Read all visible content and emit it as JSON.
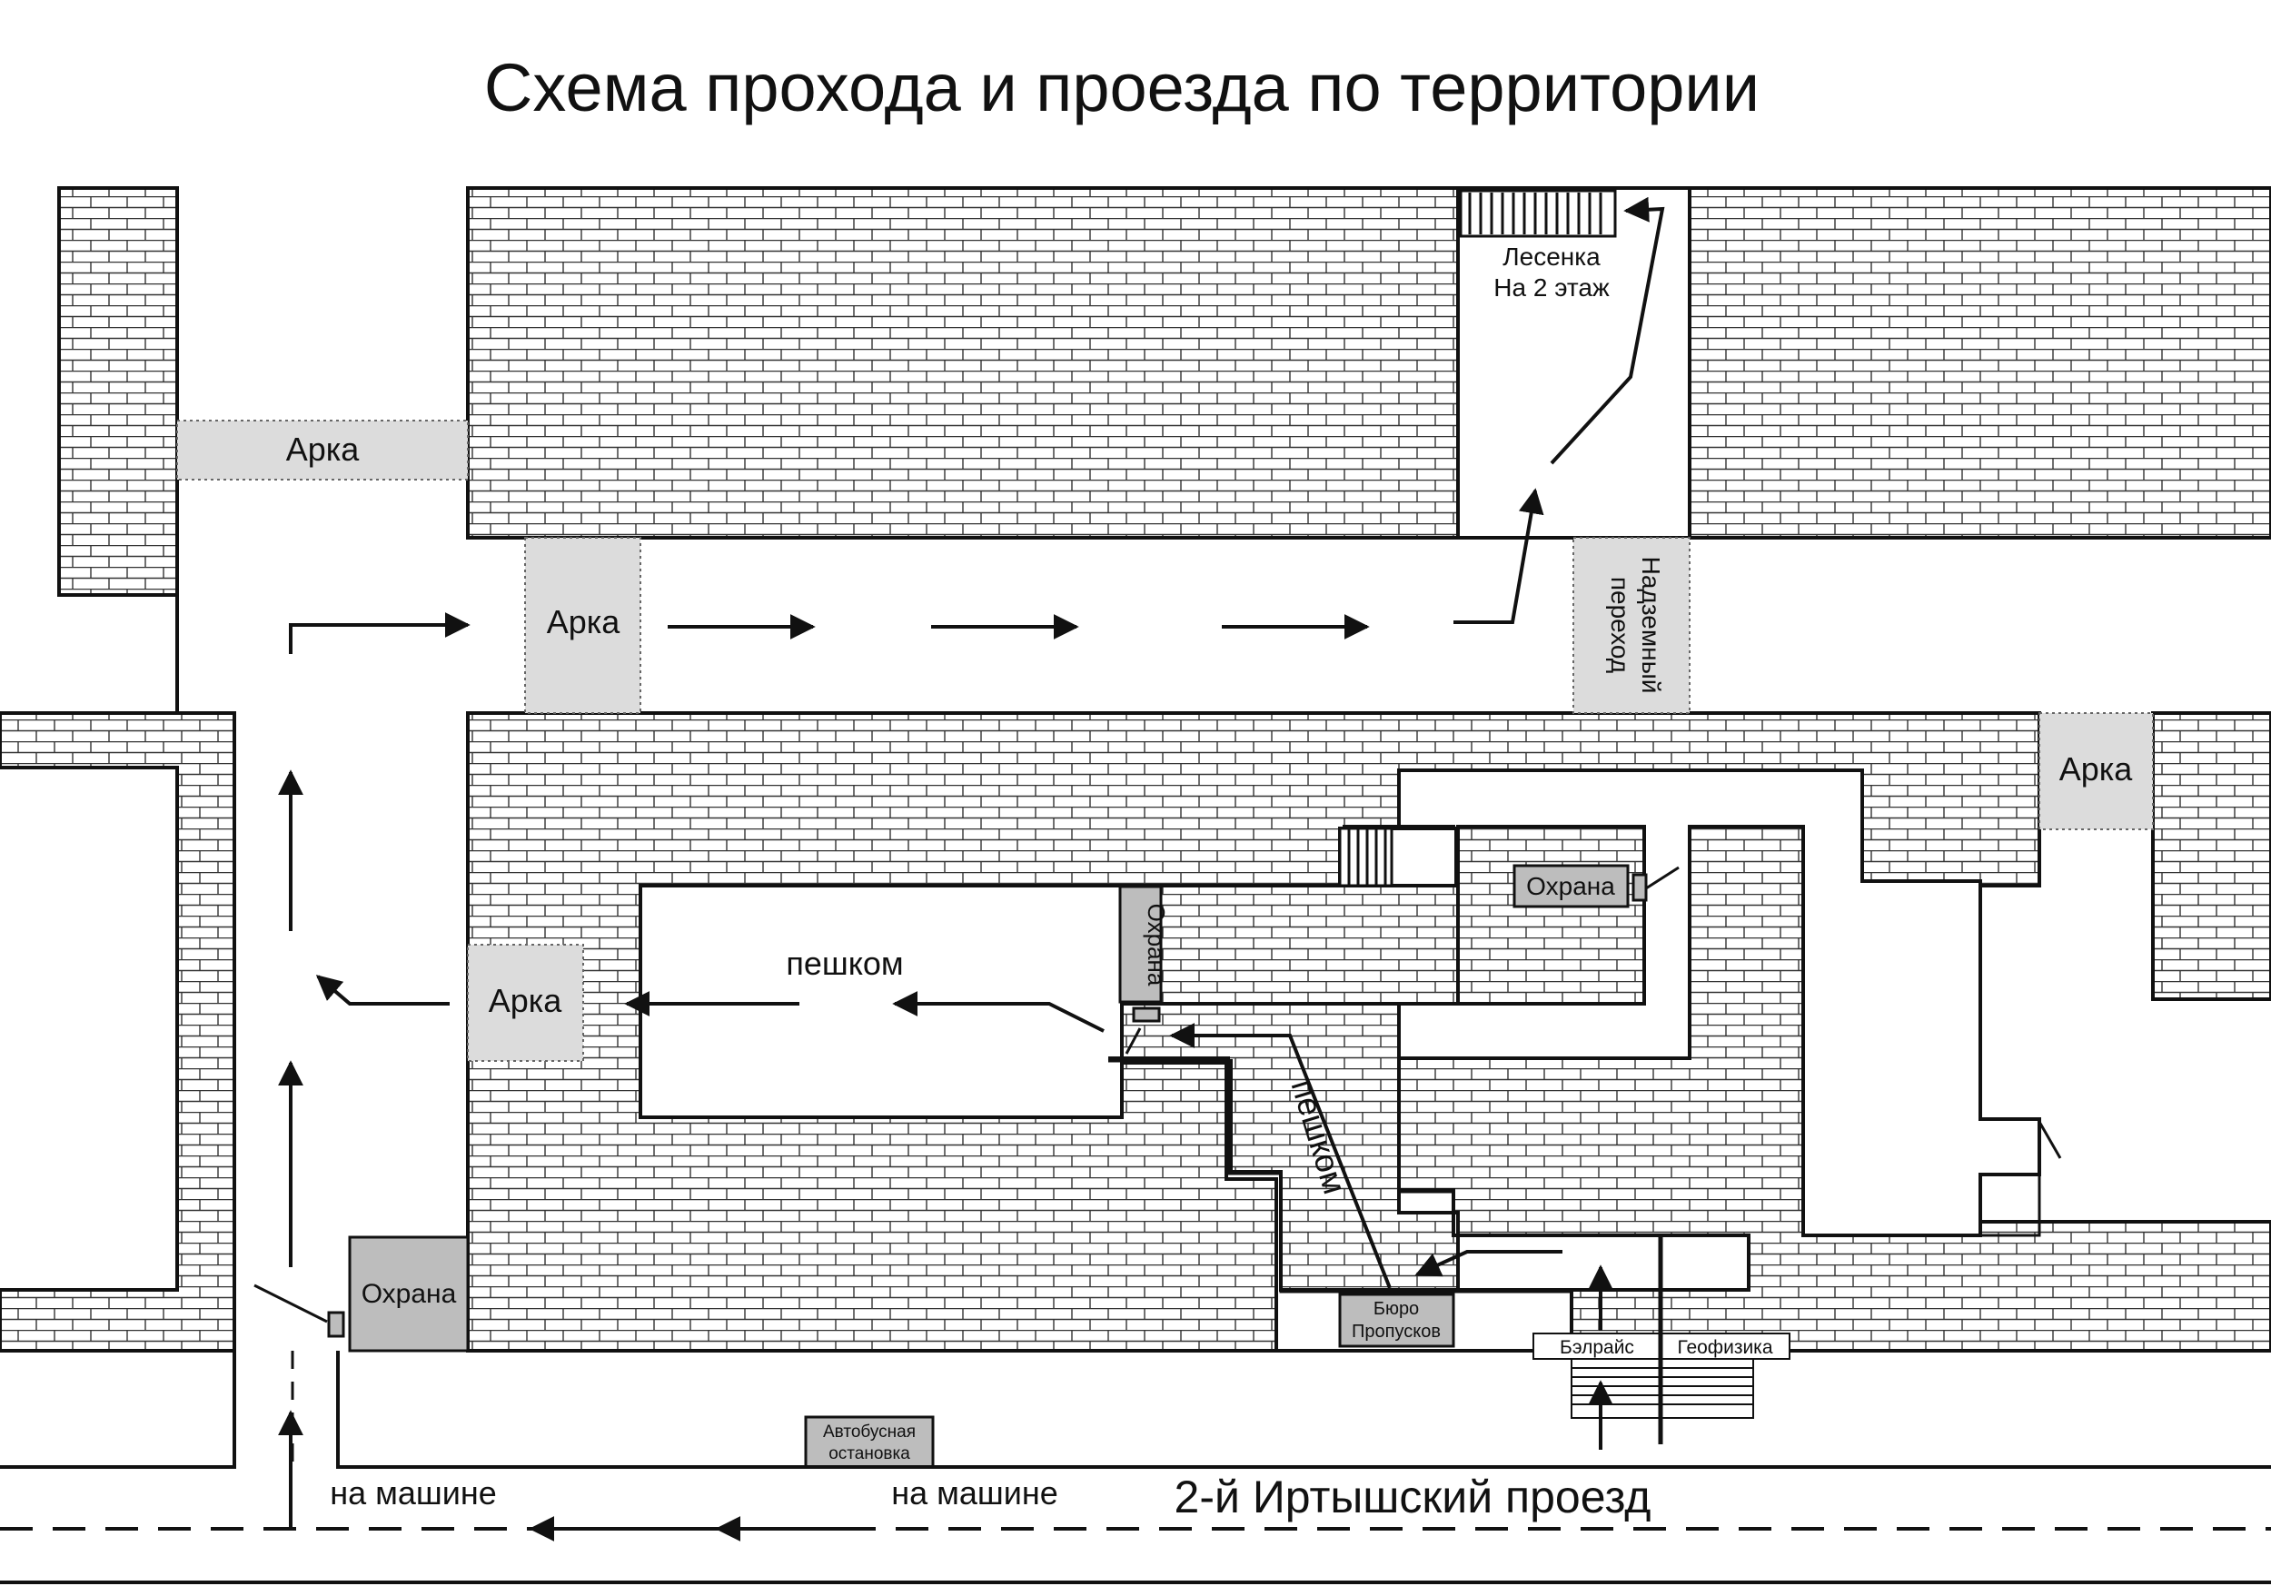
{
  "title": "Схема прохода и проезда по территории",
  "labels": {
    "arch": "Арка",
    "stairs_line1": "Лесенка",
    "stairs_line2": "На 2 этаж",
    "overpass_line1": "Надземный",
    "overpass_line2": "переход",
    "guard": "Охрана",
    "walk": "пешком",
    "by_car": "на машине",
    "pass_office_line1": "Бюро",
    "pass_office_line2": "Пропусков",
    "bus_stop_line1": "Автобусная",
    "bus_stop_line2": "остановка",
    "street": "2-й Иртышский проезд",
    "belrays": "Бэлрайс",
    "geofizika": "Геофизика"
  }
}
